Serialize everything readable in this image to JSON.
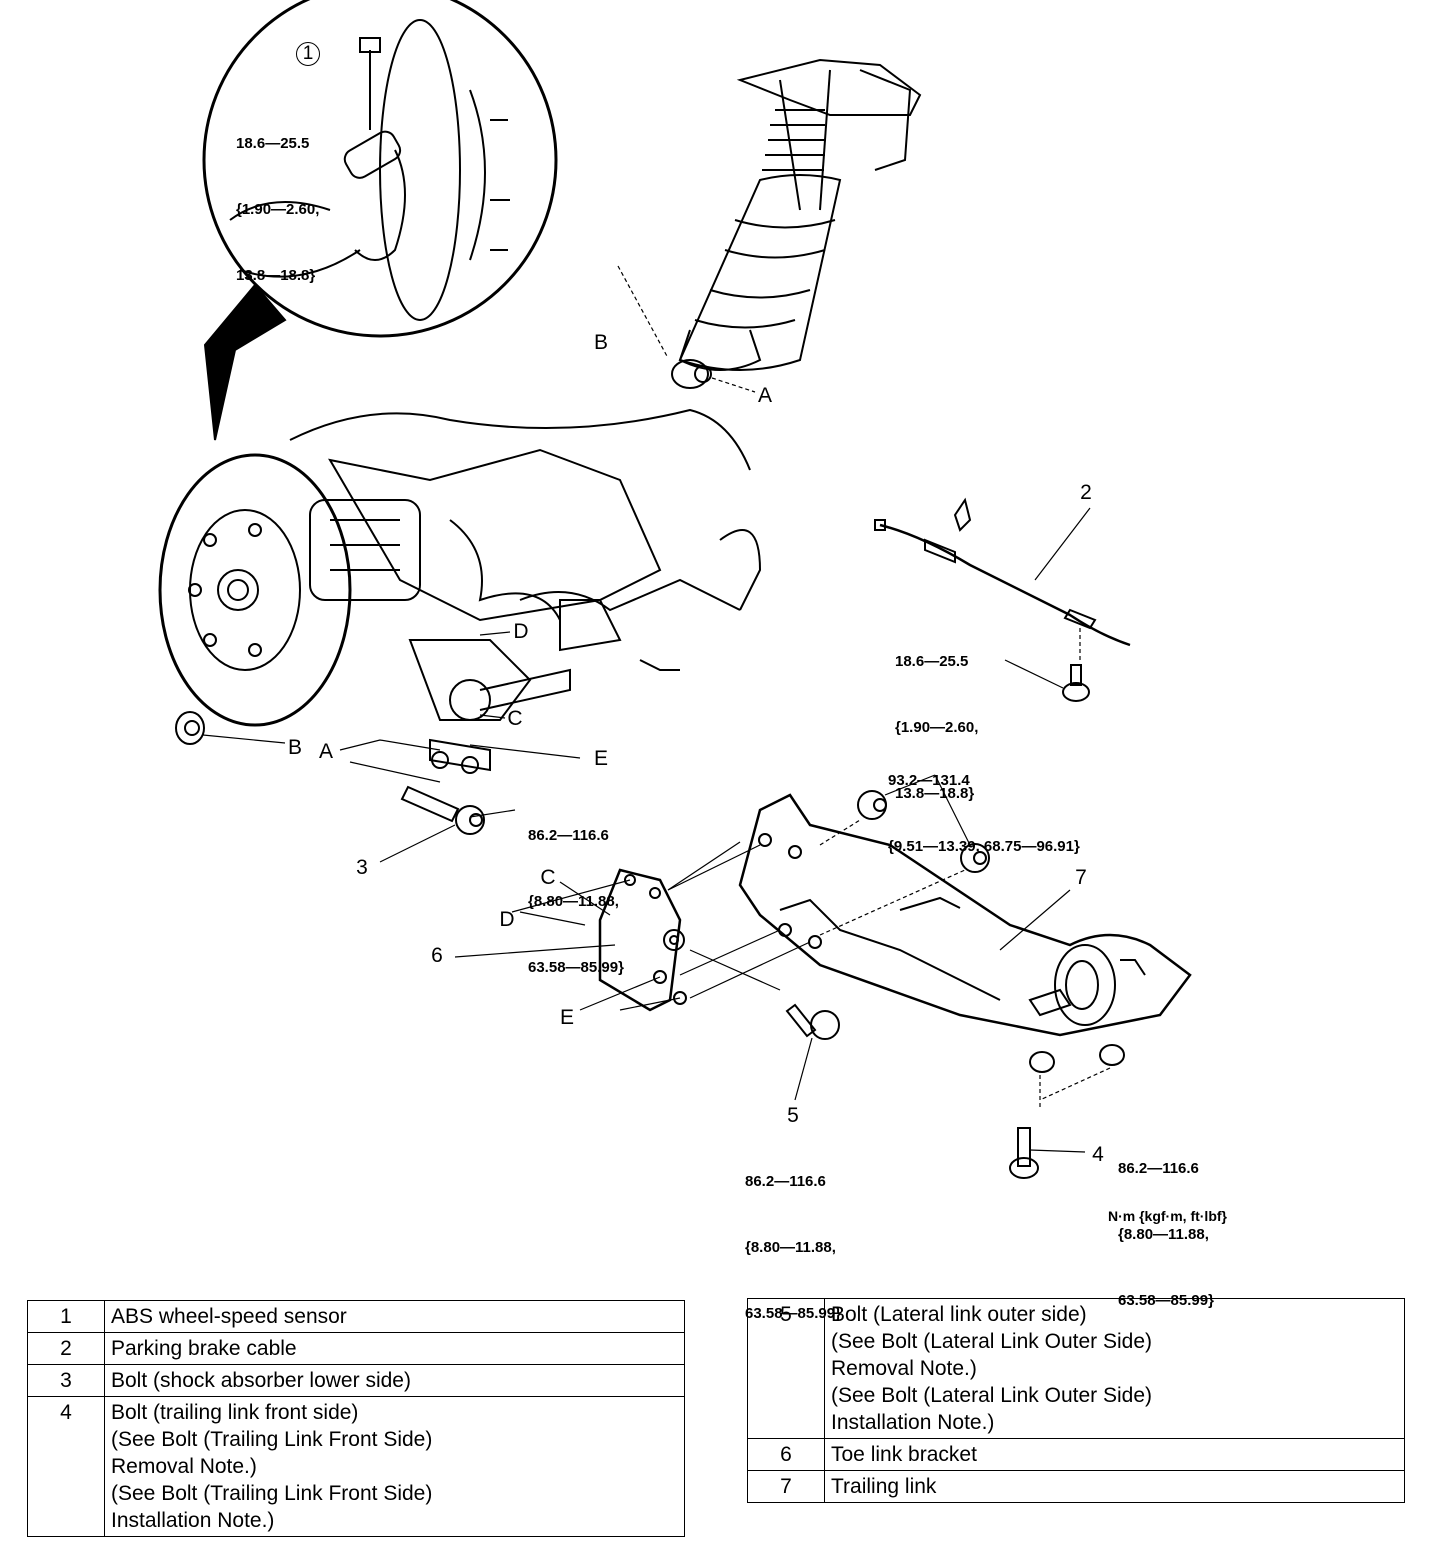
{
  "torque_specs": {
    "abs_sensor": [
      "18.6—25.5",
      "{1.90—2.60,",
      "13.8—18.8}"
    ],
    "parking_cable": [
      "18.6—25.5",
      "{1.90—2.60,",
      "13.8—18.8}"
    ],
    "trailing_link_rear": [
      "93.2—131.4",
      "{9.51—13.39, 68.75—96.91}"
    ],
    "shock_lower": [
      "86.2—116.6",
      "{8.80—11.88,",
      "63.58—85.99}"
    ],
    "lateral_link": [
      "86.2—116.6",
      "{8.80—11.88,",
      "63.58—85.99}"
    ],
    "trailing_link_front": [
      "86.2—116.6",
      "{8.80—11.88,",
      "63.58—85.99}"
    ]
  },
  "callouts": {
    "n1": "1",
    "n2": "2",
    "n3": "3",
    "n4": "4",
    "n5": "5",
    "n6": "6",
    "n7": "7",
    "a_top": "A",
    "b_top": "B",
    "a_mid": "A",
    "b_mid": "B",
    "c_mid": "C",
    "d_mid": "D",
    "e_mid": "E",
    "c_low": "C",
    "d_low": "D",
    "e_low": "E"
  },
  "units_note": "N·m {kgf·m, ft·lbf}",
  "parts_left": [
    {
      "num": "1",
      "lines": [
        "ABS wheel-speed sensor"
      ]
    },
    {
      "num": "2",
      "lines": [
        "Parking brake cable"
      ]
    },
    {
      "num": "3",
      "lines": [
        "Bolt (shock absorber lower side)"
      ]
    },
    {
      "num": "4",
      "lines": [
        "Bolt (trailing link front side)",
        "(See Bolt (Trailing Link Front Side)",
        "Removal Note.)",
        "(See Bolt (Trailing Link Front Side)",
        "Installation Note.)"
      ]
    }
  ],
  "parts_right": [
    {
      "num": "5",
      "lines": [
        "Bolt (Lateral link outer side)",
        "(See Bolt (Lateral Link Outer Side)",
        "Removal Note.)",
        "(See Bolt (Lateral Link Outer Side)",
        "Installation Note.)"
      ]
    },
    {
      "num": "6",
      "lines": [
        "Toe link bracket"
      ]
    },
    {
      "num": "7",
      "lines": [
        "Trailing link"
      ]
    }
  ]
}
